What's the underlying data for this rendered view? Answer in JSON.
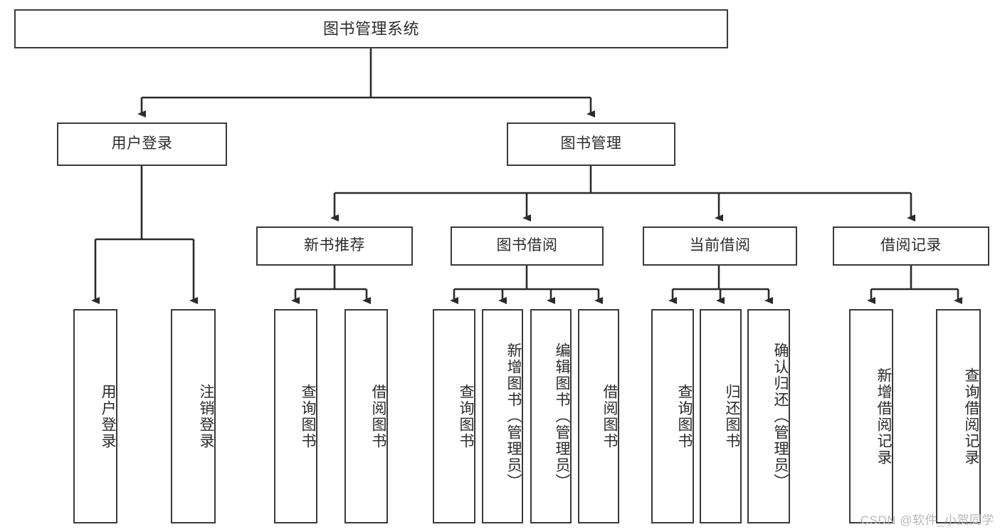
{
  "diagram": {
    "title": "图书管理系统",
    "type": "tree",
    "colors": {
      "box_border": "#3a3a3a",
      "box_fill": "#ffffff",
      "edge": "#2b2b2b",
      "text": "#2b2b2b",
      "watermark": "#b9b9b9",
      "background": "#ffffff"
    },
    "levels": {
      "root": {
        "label": "图书管理系统"
      },
      "level2": [
        {
          "label": "用户登录"
        },
        {
          "label": "图书管理"
        }
      ],
      "level3": [
        {
          "label": "新书推荐"
        },
        {
          "label": "图书借阅"
        },
        {
          "label": "当前借阅"
        },
        {
          "label": "借阅记录"
        }
      ],
      "leaves": {
        "user_login": [
          {
            "label": "用户登录"
          },
          {
            "label": "注销登录"
          }
        ],
        "new_book": [
          {
            "label": "查询图书"
          },
          {
            "label": "借阅图书"
          }
        ],
        "borrow_book": [
          {
            "label": "查询图书"
          },
          {
            "label": "新增图书（管理员）"
          },
          {
            "label": "编辑图书（管理员）"
          },
          {
            "label": "借阅图书"
          }
        ],
        "current_borrow": [
          {
            "label": "查询图书"
          },
          {
            "label": "归还图书"
          },
          {
            "label": "确认归还（管理员）"
          }
        ],
        "borrow_record": [
          {
            "label": "新增借阅记录"
          },
          {
            "label": "查询借阅记录"
          }
        ]
      }
    },
    "watermark": "CSDN @软件_小贺同学"
  }
}
